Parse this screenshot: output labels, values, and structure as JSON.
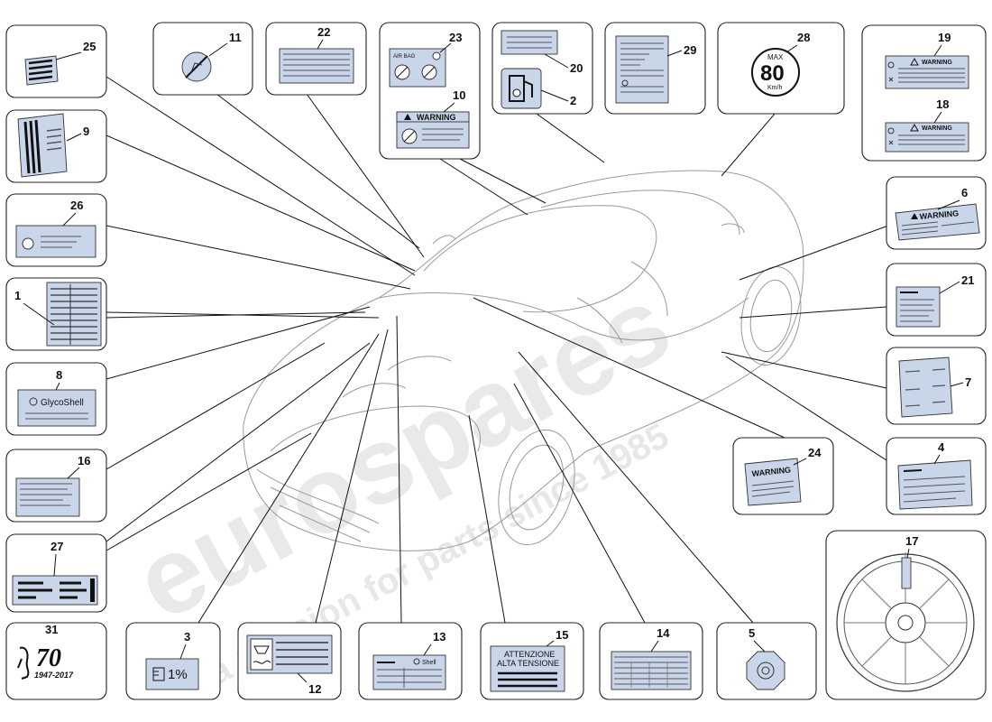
{
  "callouts": [
    {
      "n": "1"
    },
    {
      "n": "2"
    },
    {
      "n": "3"
    },
    {
      "n": "4"
    },
    {
      "n": "5"
    },
    {
      "n": "6"
    },
    {
      "n": "7"
    },
    {
      "n": "8"
    },
    {
      "n": "9"
    },
    {
      "n": "10"
    },
    {
      "n": "11"
    },
    {
      "n": "12"
    },
    {
      "n": "13"
    },
    {
      "n": "14"
    },
    {
      "n": "15"
    },
    {
      "n": "16"
    },
    {
      "n": "17"
    },
    {
      "n": "18"
    },
    {
      "n": "19"
    },
    {
      "n": "20"
    },
    {
      "n": "21"
    },
    {
      "n": "22"
    },
    {
      "n": "23"
    },
    {
      "n": "24"
    },
    {
      "n": "25"
    },
    {
      "n": "26"
    },
    {
      "n": "27"
    },
    {
      "n": "28"
    },
    {
      "n": "29"
    },
    {
      "n": "31"
    }
  ],
  "labels": {
    "glycoshell": "GlycoShell",
    "warning": "WARNING",
    "air_bag": "AIR BAG",
    "max": "MAX",
    "speed": "80",
    "kmh": "Km/h",
    "percent": "1%",
    "attenzione": "ATTENZIONE",
    "alta_tensione": "ALTA TENSIONE",
    "shell": "Shell",
    "seventy": "70",
    "years": "1947-2017"
  },
  "watermark": {
    "brand": "eurospares",
    "tagline": "a passion for parts since 1985"
  },
  "colors": {
    "sticker": "#c9d6ea",
    "outline": "#222222",
    "car": "#9a9a9a",
    "watermark": "#d8d8d8"
  }
}
